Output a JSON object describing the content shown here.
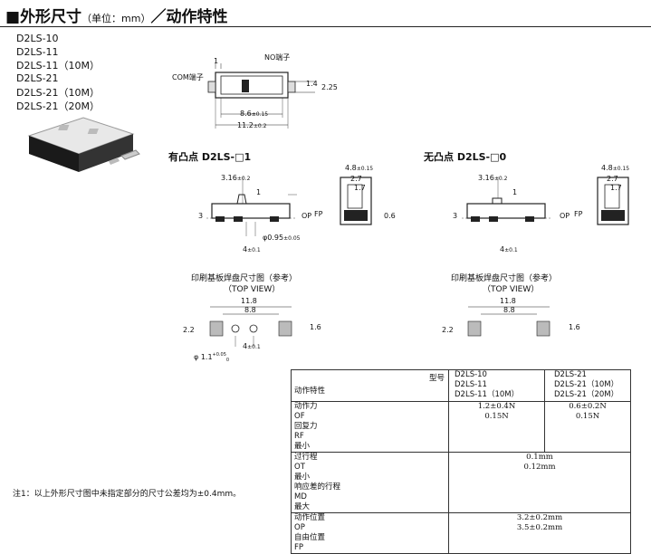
{
  "title": {
    "main": "外形尺寸",
    "unit": "（单位：mm）",
    "sub": "／动作特性"
  },
  "models": [
    "D2LS-10",
    "D2LS-11",
    "D2LS-11（10M）",
    "D2LS-21",
    "D2LS-21（10M）",
    "D2LS-21（20M）"
  ],
  "top_view": {
    "com_label": "COM端子",
    "no_label": "NO端子",
    "dim_1": "1",
    "dim_1_4": "1.4",
    "dim_2_25": "2.25",
    "dim_8_6": "8.6",
    "tol_8_6": "±0.15",
    "dim_11_2": "11.2",
    "tol_11_2": "±0.2"
  },
  "left_section": {
    "title": "有凸点 D2LS-□1",
    "dim_3_16": "3.16",
    "tol_3_16": "±0.2",
    "dim_1": "1",
    "dim_3": "3",
    "op": "OP",
    "fp": "FP",
    "dim_4": "4",
    "tol_4": "±0.1",
    "dim_0_95": "φ0.95",
    "tol_0_95": "±0.05",
    "dim_4_8": "4.8",
    "tol_4_8": "±0.15",
    "dim_2_7": "2.7",
    "dim_1_7": "1.7",
    "dim_0_6": "0.6"
  },
  "right_section": {
    "title": "无凸点 D2LS-□0",
    "dim_3_16": "3.16",
    "tol_3_16": "±0.2",
    "dim_1": "1",
    "dim_3": "3",
    "op": "OP",
    "fp": "FP",
    "dim_4": "4",
    "tol_4": "±0.1",
    "dim_4_8": "4.8",
    "tol_4_8": "±0.15",
    "dim_2_7": "2.7",
    "dim_1_7": "1.7"
  },
  "pcb_left": {
    "title": "印刷基板焊盘尺寸图（参考）",
    "subtitle": "（TOP VIEW）",
    "dim_11_8": "11.8",
    "dim_8_8": "8.8",
    "dim_2_2": "2.2",
    "dim_1_6": "1.6",
    "dim_4": "4",
    "tol_4": "±0.1",
    "hole": "φ 1.1",
    "hole_tol_up": "+0.05",
    "hole_tol_down": "0"
  },
  "pcb_right": {
    "title": "印刷基板焊盘尺寸图（参考）",
    "subtitle": "（TOP VIEW）",
    "dim_11_8": "11.8",
    "dim_8_8": "8.8",
    "dim_2_2": "2.2",
    "dim_1_6": "1.6"
  },
  "spec_table": {
    "model_label": "型号",
    "char_label": "动作特性",
    "col1": [
      "D2LS-10",
      "D2LS-11",
      "D2LS-11（10M）"
    ],
    "col2": [
      "D2LS-21",
      "D2LS-21（10M）",
      "D2LS-21（20M）"
    ],
    "row_force": {
      "l1": "动作力",
      "c1": "OF",
      "l2": "回复力",
      "c2": "RF",
      "q2": "最小",
      "v1a": "1.2±0.4N",
      "v1b": "0.15N",
      "v2a": "0.6±0.2N",
      "v2b": "0.15N"
    },
    "row_travel": {
      "l1": "过行程",
      "c1": "OT",
      "q1": "最小",
      "l2": "响应差的行程",
      "c2": "MD",
      "q2": "最大",
      "va": "0.1mm",
      "vb": "0.12mm"
    },
    "row_pos": {
      "l1": "动作位置",
      "c1": "OP",
      "l2": "自由位置",
      "c2": "FP",
      "va": "3.2±0.2mm",
      "vb": "3.5±0.2mm"
    }
  },
  "footnote": "注1：以上外形尺寸图中未指定部分的尺寸公差均为±0.4mm。"
}
